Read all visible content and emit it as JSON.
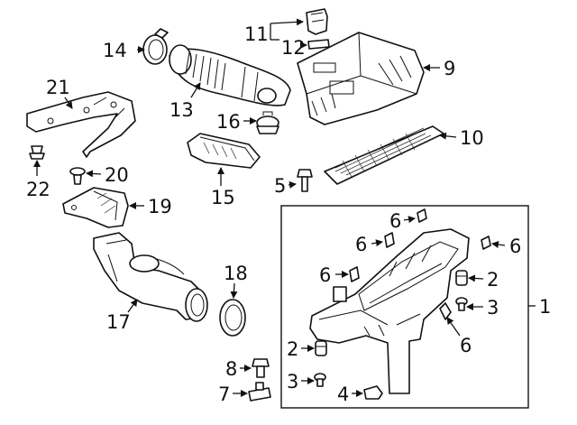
{
  "callouts": {
    "c1": "1",
    "c2a": "2",
    "c2b": "2",
    "c3a": "3",
    "c3b": "3",
    "c4": "4",
    "c5": "5",
    "c6a": "6",
    "c6b": "6",
    "c6c": "6",
    "c6d": "6",
    "c6e": "6",
    "c7": "7",
    "c8": "8",
    "c9": "9",
    "c10": "10",
    "c11": "11",
    "c12": "12",
    "c13": "13",
    "c14": "14",
    "c15": "15",
    "c16": "16",
    "c17": "17",
    "c18": "18",
    "c19": "19",
    "c20": "20",
    "c21": "21",
    "c22": "22"
  }
}
